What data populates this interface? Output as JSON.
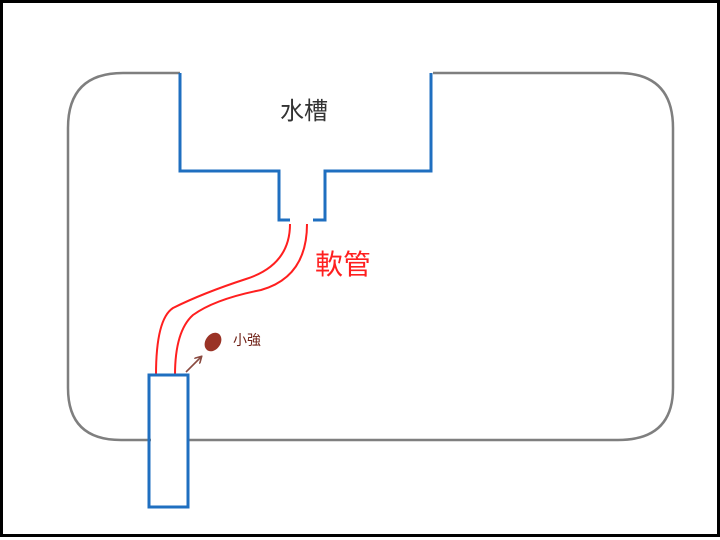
{
  "labels": {
    "tank": "水槽",
    "hose": "軟管",
    "person": "小強"
  },
  "colors": {
    "frame": "#000000",
    "room_outline": "#7f7f7f",
    "tank_outline": "#1f6fc0",
    "pipe_outline": "#1f6fc0",
    "hose": "#ff1f1f",
    "person": "#9a3326",
    "arrow": "#8a4a40"
  },
  "icons": {
    "person": "ellipse-dot",
    "motion": "arrow-up-right"
  }
}
